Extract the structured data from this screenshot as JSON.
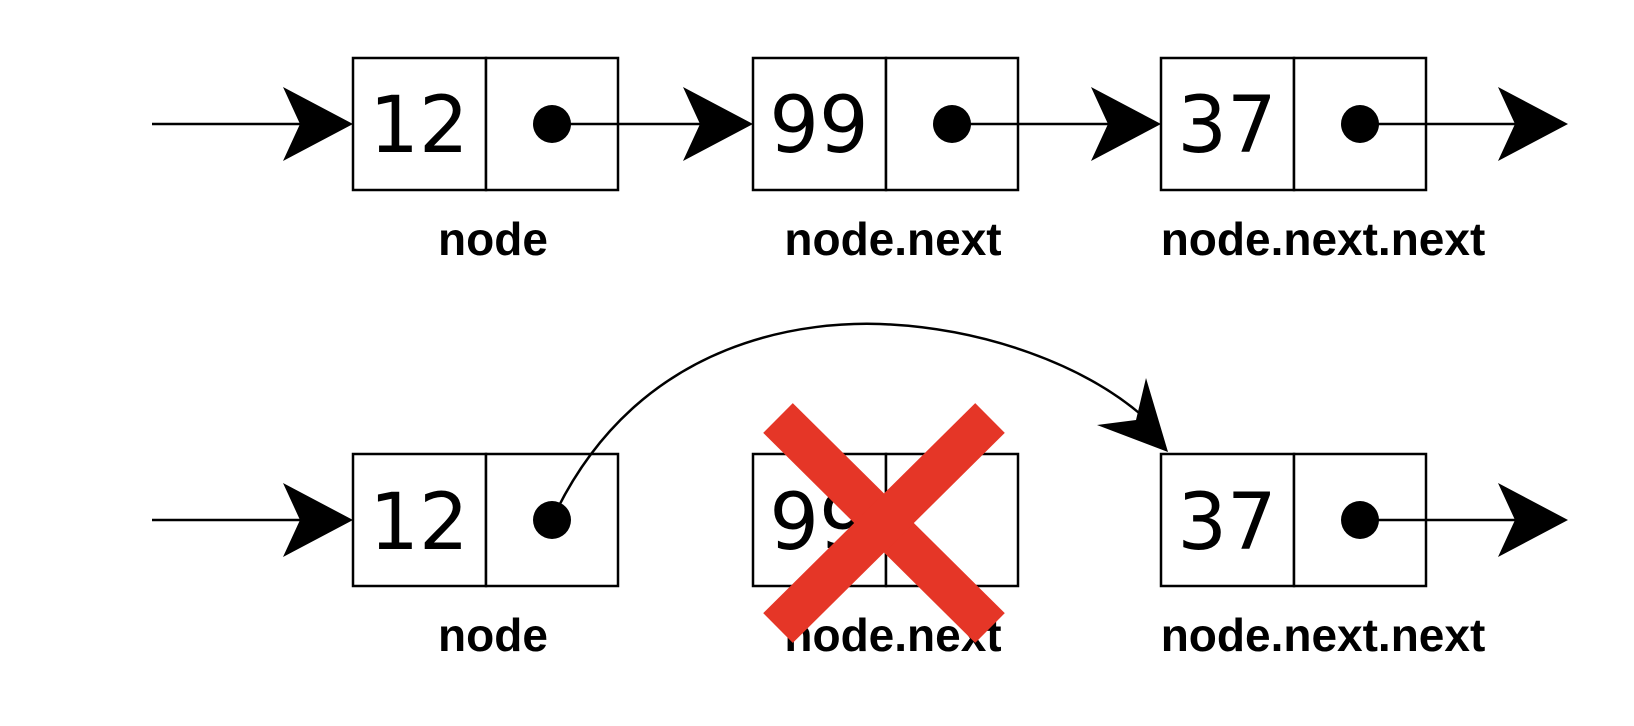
{
  "rows": [
    {
      "nodes": [
        {
          "value": "12",
          "label": "node"
        },
        {
          "value": "99",
          "label": "node.next"
        },
        {
          "value": "37",
          "label": "node.next.next"
        }
      ]
    },
    {
      "nodes": [
        {
          "value": "12",
          "label": "node"
        },
        {
          "value": "99",
          "label": "node.next",
          "removed": true
        },
        {
          "value": "37",
          "label": "node.next.next"
        }
      ]
    }
  ],
  "colors": {
    "removal_mark": "#e53627",
    "stroke": "#000000",
    "background": "#ffffff"
  }
}
